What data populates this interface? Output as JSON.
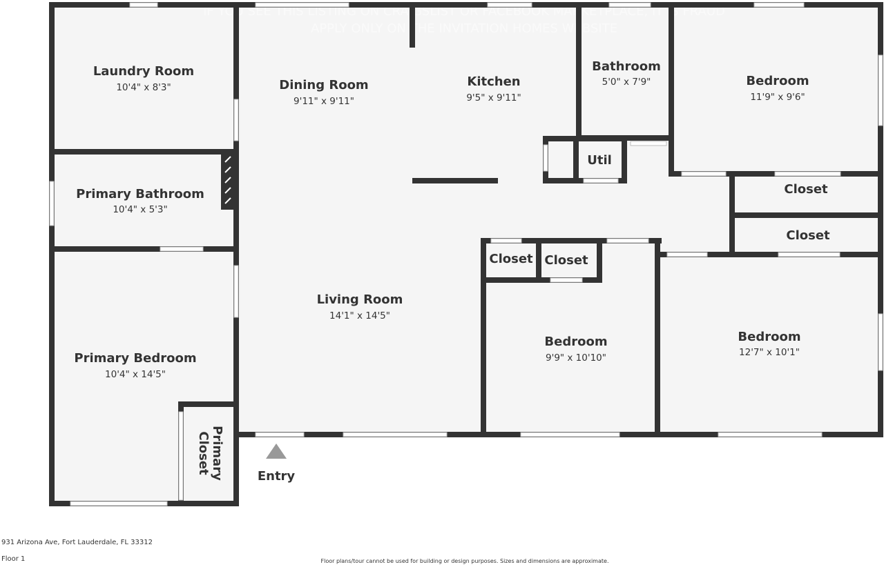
{
  "watermark": {
    "line1": "IF YOU SEE THIS LISTING ON CRAIGSLIST OR FACEBOOK MARKETPLACE, IT IS FRAUD",
    "line2": "APPLY ONLY ON THE INVITATION HOMES WEBSITE"
  },
  "rooms": {
    "laundry": {
      "name": "Laundry Room",
      "dim": "10'4\" x 8'3\""
    },
    "primary_bath": {
      "name": "Primary Bathroom",
      "dim": "10'4\" x 5'3\""
    },
    "primary_bed": {
      "name": "Primary Bedroom",
      "dim": "10'4\" x 14'5\""
    },
    "primary_closet": {
      "line1": "Primary",
      "line2": "Closet"
    },
    "dining": {
      "name": "Dining Room",
      "dim": "9'11\" x 9'11\""
    },
    "kitchen": {
      "name": "Kitchen",
      "dim": "9'5\" x 9'11\""
    },
    "bathroom": {
      "name": "Bathroom",
      "dim": "5'0\" x 7'9\""
    },
    "util": {
      "name": "Util"
    },
    "bed_top_right": {
      "name": "Bedroom",
      "dim": "11'9\" x 9'6\""
    },
    "closet_right_1": {
      "name": "Closet"
    },
    "closet_right_2": {
      "name": "Closet"
    },
    "closet_mid_1": {
      "name": "Closet"
    },
    "closet_mid_2": {
      "name": "Closet"
    },
    "living": {
      "name": "Living Room",
      "dim": "14'1\" x 14'5\""
    },
    "bed_middle": {
      "name": "Bedroom",
      "dim": "9'9\" x 10'10\""
    },
    "bed_bottom_right": {
      "name": "Bedroom",
      "dim": "12'7\" x 10'1\""
    }
  },
  "entry": {
    "label": "Entry"
  },
  "footer": {
    "address": "931 Arizona Ave, Fort Lauderdale, FL 33312",
    "floor": "Floor 1",
    "disclaimer": "Floor plans/tour cannot be used for building or design purposes. Sizes and dimensions are approximate."
  }
}
